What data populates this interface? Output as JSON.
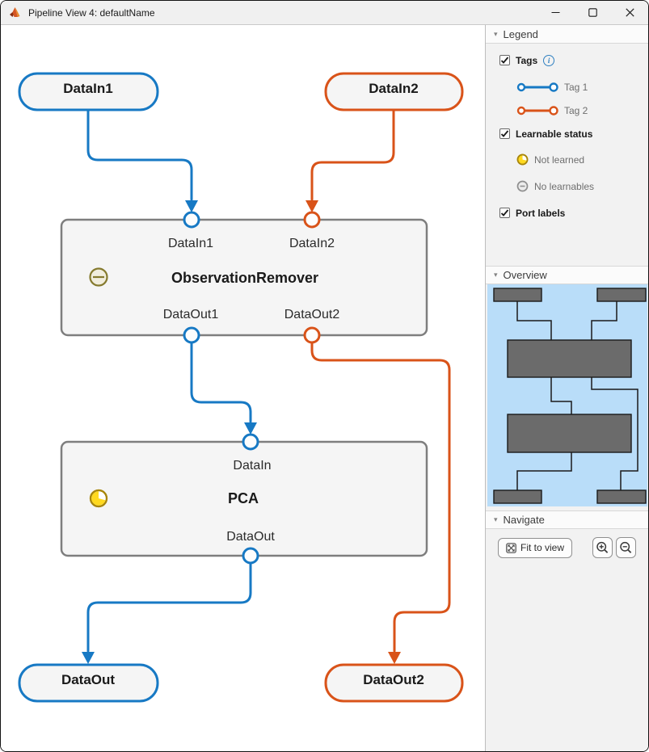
{
  "window": {
    "title": "Pipeline View 4: defaultName",
    "controls": {
      "minimize": "minimize",
      "maximize": "maximize",
      "close": "close"
    }
  },
  "colors": {
    "tag1_blue": "#1779c4",
    "tag2_orange": "#d95319",
    "block_border": "#7e7e7e",
    "node_fill": "#f5f5f5",
    "not_learned_yellow": "#ffd91f",
    "not_learned_ring": "#a8860b",
    "no_learnables_gray": "#8f8f8f",
    "block_status_olive": "#857a2e",
    "minimap_bg": "#b9ddf9",
    "minimap_block": "#6b6b6b"
  },
  "diagram": {
    "inputs": [
      {
        "label": "DataIn1"
      },
      {
        "label": "DataIn2"
      }
    ],
    "blocks": [
      {
        "name": "ObservationRemover",
        "status_icon": "no-learnables",
        "in_ports": [
          {
            "label": "DataIn1"
          },
          {
            "label": "DataIn2"
          }
        ],
        "out_ports": [
          {
            "label": "DataOut1"
          },
          {
            "label": "DataOut2"
          }
        ]
      },
      {
        "name": "PCA",
        "status_icon": "not-learned",
        "in_ports": [
          {
            "label": "DataIn"
          }
        ],
        "out_ports": [
          {
            "label": "DataOut"
          }
        ]
      }
    ],
    "outputs": [
      {
        "label": "DataOut"
      },
      {
        "label": "DataOut2"
      }
    ]
  },
  "panel": {
    "legend": {
      "header": "Legend",
      "tags_checkbox": {
        "label": "Tags",
        "checked": true
      },
      "tag_items": [
        {
          "label": "Tag 1"
        },
        {
          "label": "Tag 2"
        }
      ],
      "learnable_checkbox": {
        "label": "Learnable status",
        "checked": true
      },
      "learnable_items": [
        {
          "label": "Not learned"
        },
        {
          "label": "No learnables"
        }
      ],
      "port_labels_checkbox": {
        "label": "Port labels",
        "checked": true
      }
    },
    "overview": {
      "header": "Overview"
    },
    "navigate": {
      "header": "Navigate",
      "fit_to_view_label": "Fit to view"
    }
  }
}
